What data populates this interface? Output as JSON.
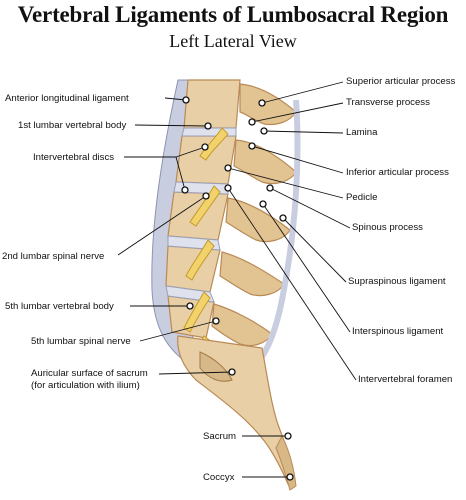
{
  "title": "Vertebral Ligaments of Lumbosacral Region",
  "subtitle": "Left Lateral View",
  "labels_left": {
    "anterior_longitudinal_ligament": "Anterior longitudinal ligament",
    "first_lumbar_vertebral_body": "1st lumbar vertebral body",
    "intervertebral_discs": "Intervertebral discs",
    "second_lumbar_spinal_nerve": "2nd lumbar spinal nerve",
    "fifth_lumbar_vertebral_body": "5th lumbar vertebral body",
    "fifth_lumbar_spinal_nerve": "5th lumbar spinal nerve",
    "auricular_surface_line1": "Auricular surface of sacrum",
    "auricular_surface_line2": "(for articulation with ilium)",
    "sacrum": "Sacrum",
    "coccyx": "Coccyx"
  },
  "labels_right": {
    "superior_articular_process": "Superior articular process",
    "transverse_process": "Transverse process",
    "lamina": "Lamina",
    "inferior_articular_process": "Inferior articular process",
    "pedicle": "Pedicle",
    "spinous_process": "Spinous process",
    "supraspinous_ligament": "Supraspinous ligament",
    "interspinous_ligament": "Interspinous ligament",
    "intervertebral_foramen": "Intervertebral foramen"
  },
  "colors": {
    "bone": "#e8cfa6",
    "bone_shadow": "#b98a55",
    "ligament": "#c9cde0",
    "disc": "#dfe2ec",
    "nerve": "#f2d36b",
    "leader_line": "#111111"
  }
}
